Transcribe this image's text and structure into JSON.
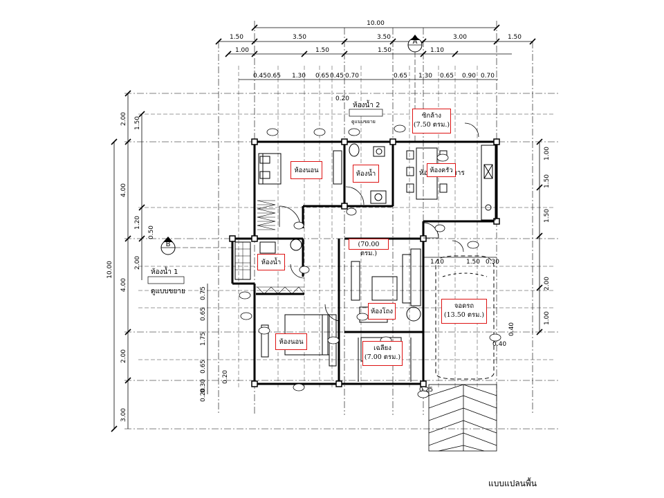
{
  "labels": {
    "sink": "ซิกล้าง",
    "sink_area": "(7.50 ตรม.)",
    "bedroom_top": "ห้องนอน",
    "bathroom_top": "ห้องน้ำ",
    "kitchen": "ห้องครัว",
    "living_area": "(70.00 ตรม.)",
    "bathroom_left": "ห้องน้ำ",
    "living_room": "ห้องโถง",
    "garage": "จอดรถ",
    "garage_area": "(13.50 ตรม.)",
    "bedroom_bottom": "ห้องนอน",
    "porch": "เฉลียง",
    "porch_area": "(7.00 ตรม.)"
  },
  "tags": {
    "section_a": "A",
    "section_b": "B",
    "bath2_title": "ห้องน้ำ 2",
    "bath1_title": "ห้องน้ำ 1",
    "detail_note": "ดูแบบขยาย",
    "kitchen_eat": "ห้องทานอาหาร"
  },
  "dimensions": {
    "top_total": "10.00",
    "top_row2": [
      "1.50",
      "3.50",
      "3.50",
      "3.00",
      "1.50"
    ],
    "top_row3": [
      "1.00",
      "1.50",
      "1.50",
      "1.10"
    ],
    "top_row4": [
      "0.45",
      "0.65",
      "1.30",
      "0.65",
      "0.45",
      "0.70",
      "0.65",
      "1.30",
      "0.65",
      "0.90",
      "0.70"
    ],
    "top_note": "0.20",
    "left_total": "10.00",
    "left_outer": [
      "2.00",
      "4.00",
      "4.00",
      "2.00",
      "3.00"
    ],
    "left_inner": [
      "1.50",
      "1.20",
      "0.50",
      "2.00"
    ],
    "left_inner2": [
      "0.75",
      "0.65",
      "1.75",
      "0.65",
      "0.20"
    ],
    "left_bottom": [
      "0.30",
      "0.20"
    ],
    "right": [
      "1.00",
      "1.50",
      "1.50",
      "2.00",
      "1.00"
    ],
    "garage_row": [
      "1.10",
      "1.50",
      "0.30"
    ],
    "garage_side": [
      "0.40",
      "0.40"
    ],
    "bottom_note": "0.25"
  },
  "caption": "แบบแปลนพื้น"
}
